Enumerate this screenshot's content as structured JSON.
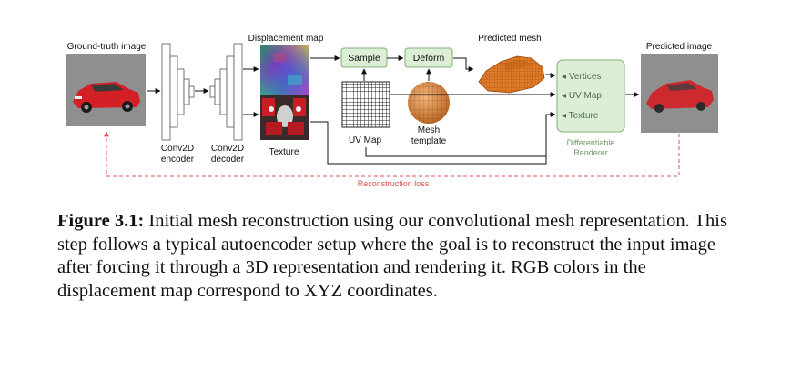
{
  "diagram": {
    "ground_truth_label": "Ground-truth image",
    "encoder_label_1": "Conv2D",
    "encoder_label_2": "encoder",
    "decoder_label_1": "Conv2D",
    "decoder_label_2": "decoder",
    "displacement_label": "Displacement map",
    "texture_label": "Texture",
    "sample_label": "Sample",
    "deform_label": "Deform",
    "uv_map_label": "UV Map",
    "mesh_template_label_1": "Mesh",
    "mesh_template_label_2": "template",
    "predicted_mesh_label": "Predicted mesh",
    "renderer_items": [
      "Vertices",
      "UV Map",
      "Texture"
    ],
    "renderer_label_1": "Differentiable",
    "renderer_label_2": "Renderer",
    "predicted_image_label": "Predicted image",
    "loss_label": "Reconstruction loss",
    "colors": {
      "node_green_fill": "#dcefd6",
      "node_green_stroke": "#7fb074",
      "loss_red": "#d9534f",
      "car_red": "#d31f26",
      "sphere_orange": "#d9843a",
      "mesh_orange": "#e07b28"
    }
  },
  "caption": {
    "prefix": "Figure 3.1:",
    "text": "Initial mesh reconstruction using our convolutional mesh representation. This step follows a typical autoencoder setup where the goal is to reconstruct the input image after forcing it through a 3D representation and rendering it. RGB colors in the displacement map correspond to XYZ coordinates."
  }
}
